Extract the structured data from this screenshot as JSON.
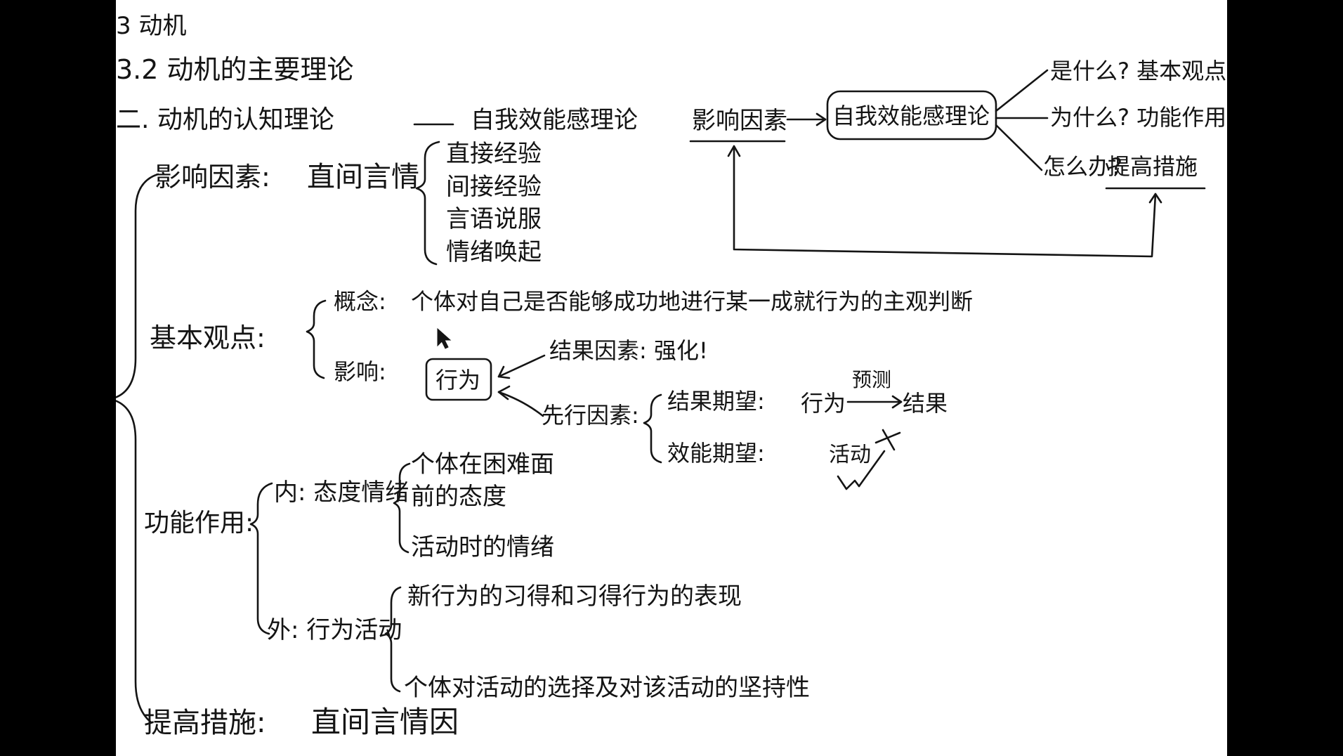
{
  "heading": {
    "chapter": "3 动机",
    "section": "3.2 动机的主要理论",
    "subsection": "二. 动机的认知理论",
    "theory": "自我效能感理论"
  },
  "influence": {
    "label": "影响因素:",
    "summary": "直间言情",
    "items": [
      "直接经验",
      "间接经验",
      "言语说服",
      "情绪唤起"
    ]
  },
  "basic_view": {
    "label": "基本观点:",
    "concept_label": "概念:",
    "concept_text": "个体对自己是否能够成功地进行某一成就行为的主观判断",
    "influence_label": "影响:",
    "behavior_box": "行为",
    "result_factor": "结果因素: 强化!",
    "prior_factor": "先行因素:",
    "result_expectation": "结果期望:",
    "behavior_word": "行为",
    "predict_word": "预测",
    "result_word": "结果",
    "efficacy_expectation": "效能期望:",
    "activity_word": "活动"
  },
  "function": {
    "label": "功能作用:",
    "inner_label": "内: 态度情绪",
    "inner_items": [
      "个体在困难面",
      "前的态度",
      "活动时的情绪"
    ],
    "outer_label": "外: 行为活动",
    "outer_items": [
      "新行为的习得和习得行为的表现",
      "个体对活动的选择及对该活动的坚持性"
    ]
  },
  "improve": {
    "label": "提高措施:",
    "summary": "直间言情因"
  },
  "flow": {
    "influence_box": "影响因素",
    "center_box": "自我效能感理论",
    "q_what": "是什么? 基本观点",
    "q_why": "为什么? 功能作用",
    "q_how": "怎么办?",
    "q_how_answer": "提高措施"
  }
}
